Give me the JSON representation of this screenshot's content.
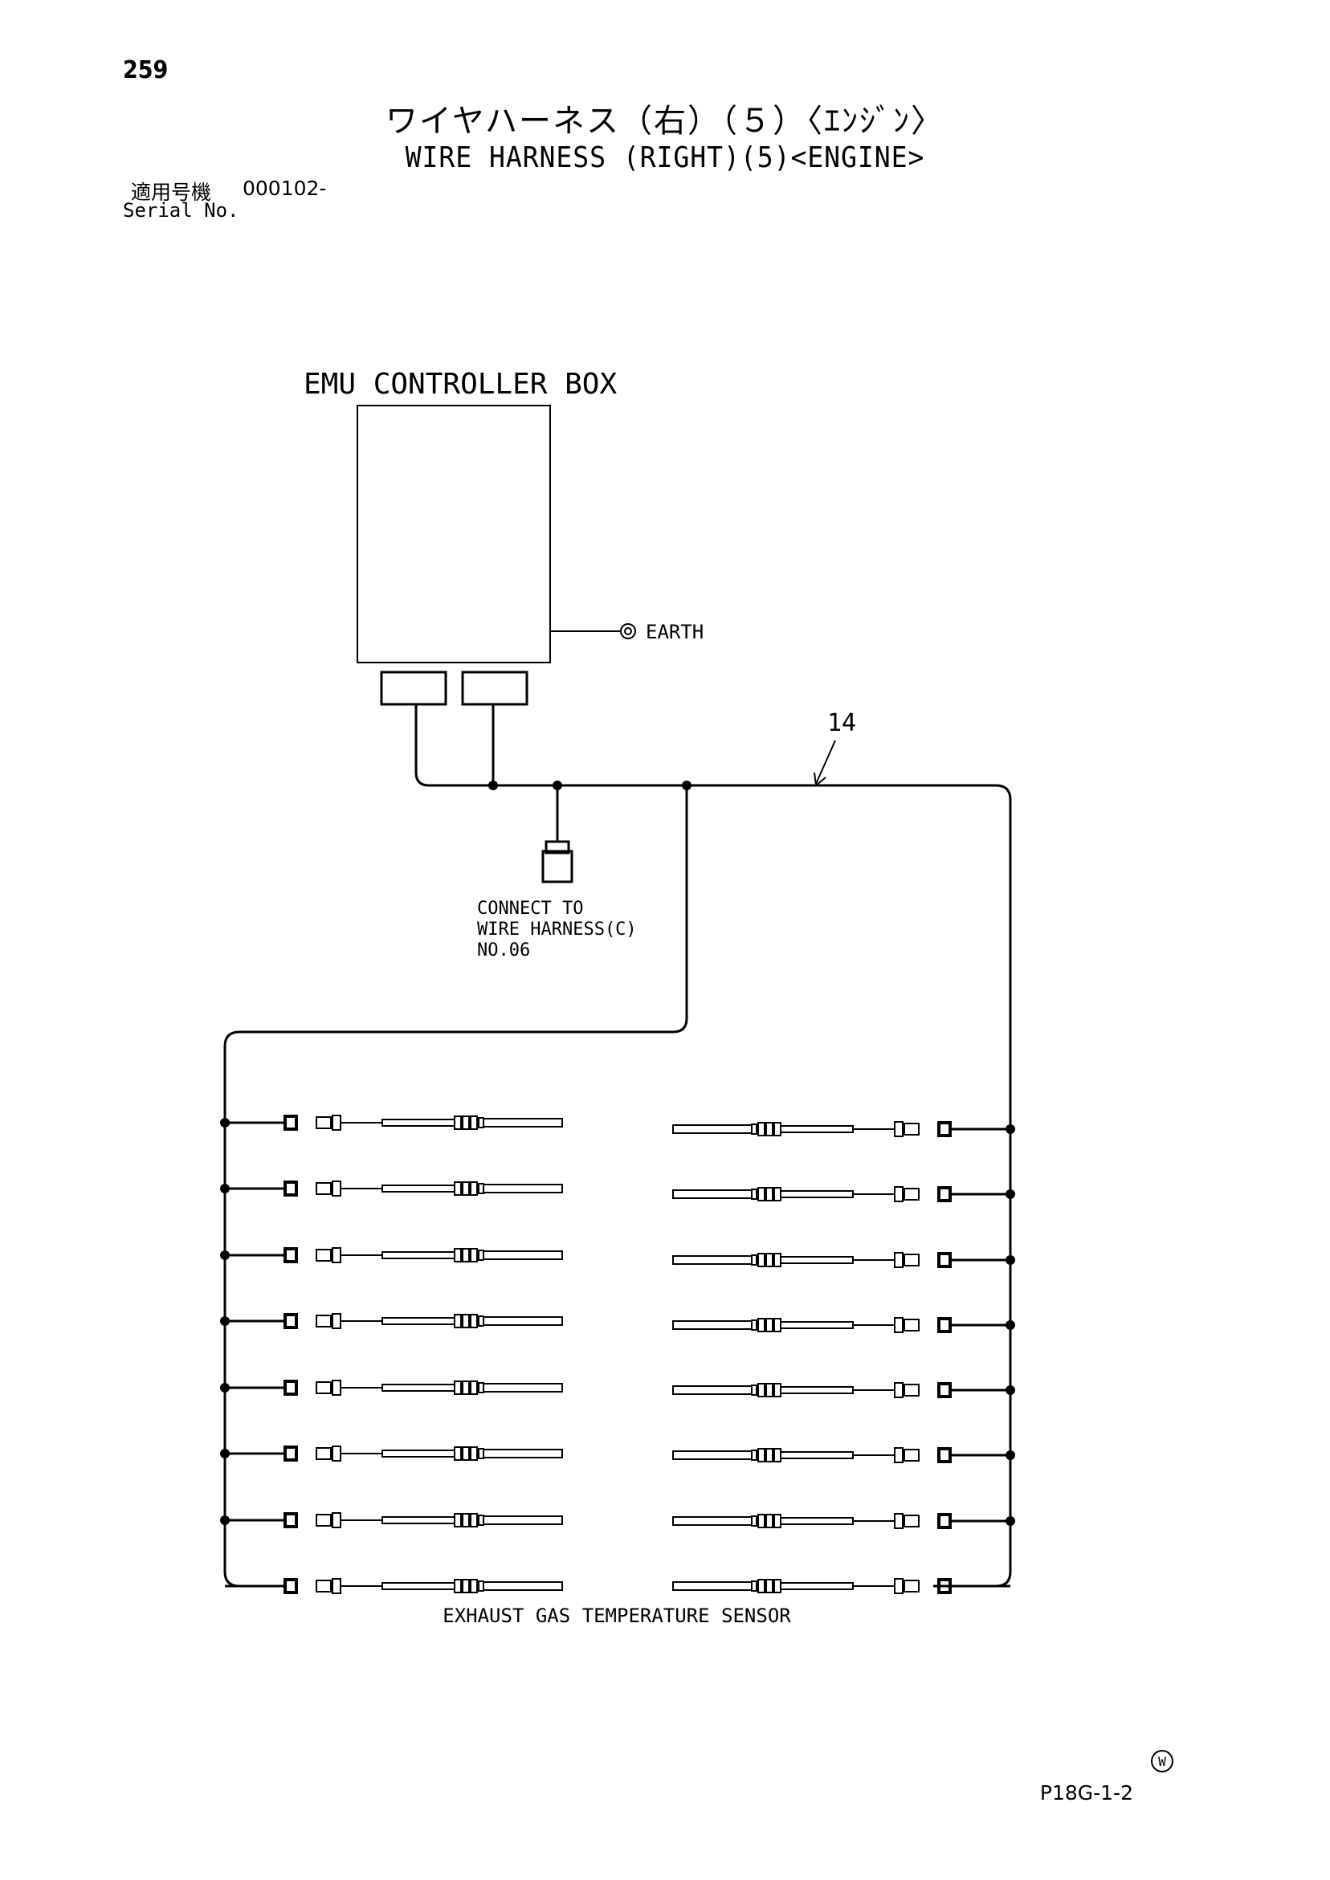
{
  "page": {
    "number": "259",
    "title_jp": "ワイヤハーネス（右）（５）〈ｴﾝｼﾞﾝ〉",
    "title_en": "WIRE HARNESS (RIGHT)(5)<ENGINE>",
    "serial_label_jp": "適用号機",
    "serial_value": "000102-",
    "serial_label_en": "Serial No.",
    "code": "P18G-1-2",
    "mark": "W"
  },
  "diagram": {
    "controller_label": "EMU CONTROLLER BOX",
    "earth_label": "EARTH",
    "part_number": "14",
    "connect_note": [
      "CONNECT TO",
      "WIRE HARNESS(C)",
      "NO.06"
    ],
    "sensor_label": "EXHAUST GAS TEMPERATURE SENSOR",
    "sensor_count_per_side": 8
  }
}
